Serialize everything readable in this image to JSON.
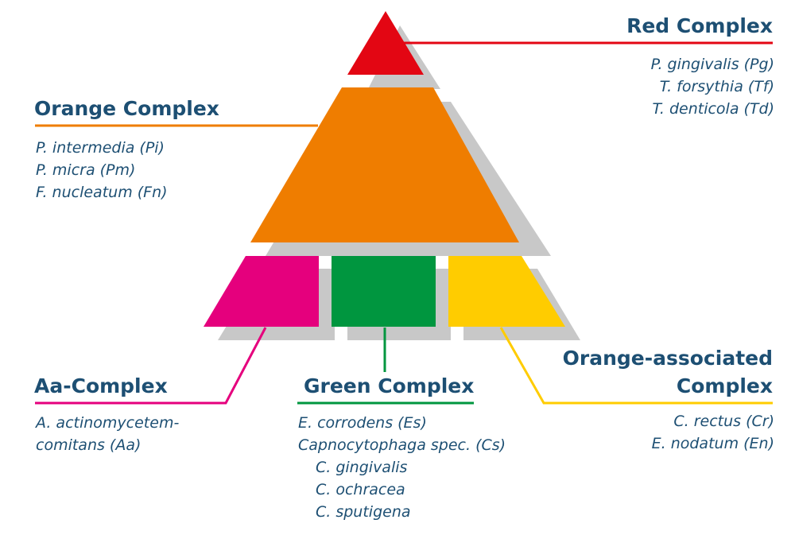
{
  "colors": {
    "red": "#E30613",
    "orange": "#EF7D00",
    "magenta": "#E5007D",
    "green": "#00963F",
    "yellow": "#FFCC00",
    "text": "#1D4F73",
    "shadow": "#c8c8c8"
  },
  "complexes": {
    "red": {
      "title": "Red Complex",
      "species": [
        "P. gingivalis (Pg)",
        "T. forsythia (Tf)",
        "T. denticola (Td)"
      ]
    },
    "orange": {
      "title": "Orange Complex",
      "species": [
        "P. intermedia (Pi)",
        "P. micra (Pm)",
        "F. nucleatum (Fn)"
      ]
    },
    "aa": {
      "title": "Aa-Complex",
      "species": [
        "A. actinomycetem-",
        "comitans (Aa)"
      ]
    },
    "green": {
      "title": "Green Complex",
      "species": [
        "E. corrodens (Es)",
        "Capnocytophaga spec. (Cs)"
      ],
      "subspecies": [
        "C. gingivalis",
        "C. ochracea",
        "C. sputigena"
      ]
    },
    "orange_associated": {
      "title_line1": "Orange-associated",
      "title_line2": "Complex",
      "species": [
        "C. rectus (Cr)",
        "E. nodatum (En)"
      ]
    }
  }
}
